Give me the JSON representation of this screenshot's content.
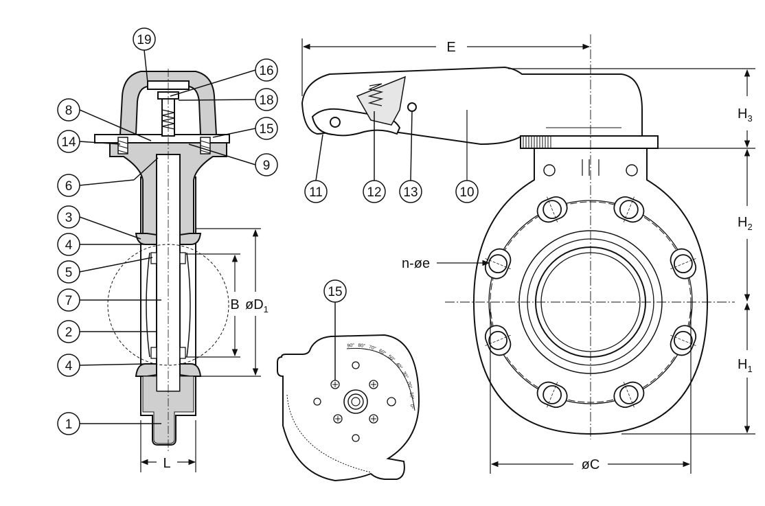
{
  "callouts": {
    "n1": "1",
    "n2": "2",
    "n3": "3",
    "n4a": "4",
    "n4b": "4",
    "n5": "5",
    "n6": "6",
    "n7": "7",
    "n8": "8",
    "n9": "9",
    "n10": "10",
    "n11": "11",
    "n12": "12",
    "n13": "13",
    "n14": "14",
    "n15": "15",
    "n15b": "15",
    "n16": "16",
    "n18": "18",
    "n19": "19"
  },
  "dimensions": {
    "L": "L",
    "B": "B",
    "D1": "øD",
    "D1_sub": "1",
    "E": "E",
    "H1": "H",
    "H1_sub": "1",
    "H2": "H",
    "H2_sub": "2",
    "H3": "H",
    "H3_sub": "3",
    "C": "øC",
    "bolt_holes": "n-øe"
  },
  "angle_scale": {
    "labels": [
      "90°",
      "80°",
      "70°",
      "60°",
      "50°",
      "40°",
      "30°",
      "20°",
      "10°",
      "0°"
    ]
  },
  "colors": {
    "line": "#111111",
    "section_fill": "#cfcfcf",
    "background": "#ffffff"
  }
}
